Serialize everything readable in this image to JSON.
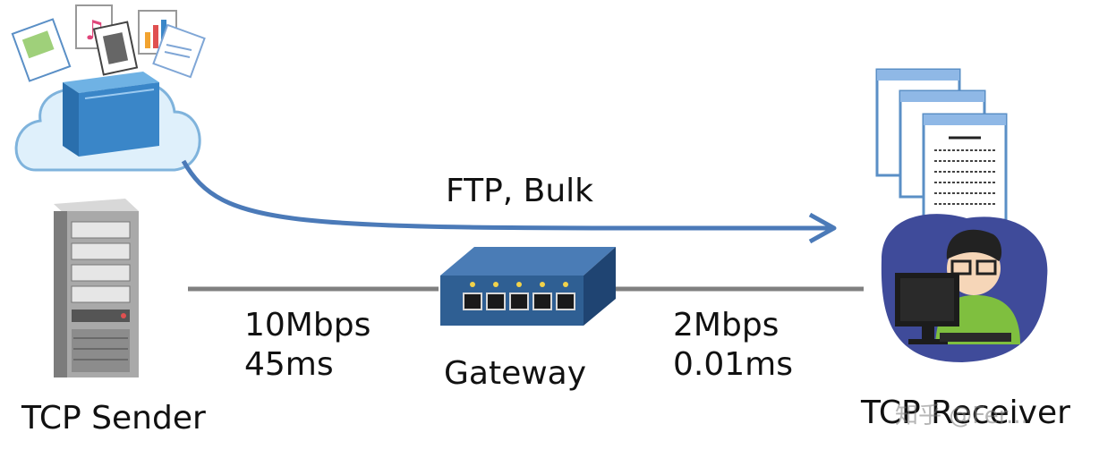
{
  "flow": {
    "label": "FTP,  Bulk"
  },
  "sender": {
    "label": "TCP Sender"
  },
  "gateway": {
    "label": "Gateway"
  },
  "link_left": {
    "bandwidth": "10Mbps",
    "delay": "45ms"
  },
  "link_right": {
    "bandwidth": "2Mbps",
    "delay": "0.01ms"
  },
  "receiver": {
    "label": "TCP Receiver"
  },
  "watermark": {
    "text": "知乎 @Fer..."
  },
  "colors": {
    "arrow": "#4b7ab8",
    "link": "#808080",
    "cloud": "#dff0fb",
    "cloud_outline": "#7fb3dc",
    "box_blue": "#3a86c8",
    "switch_body": "#2f5f93",
    "server": "#9a9a9a",
    "receiver_bg": "#3f4b9a",
    "shirt": "#7fbf3f"
  },
  "icons": [
    "image-icon",
    "music-icon",
    "film-icon",
    "chart-icon",
    "document-icon",
    "cloud-storage-icon",
    "server-icon",
    "network-switch-icon",
    "person-at-computer-icon"
  ]
}
